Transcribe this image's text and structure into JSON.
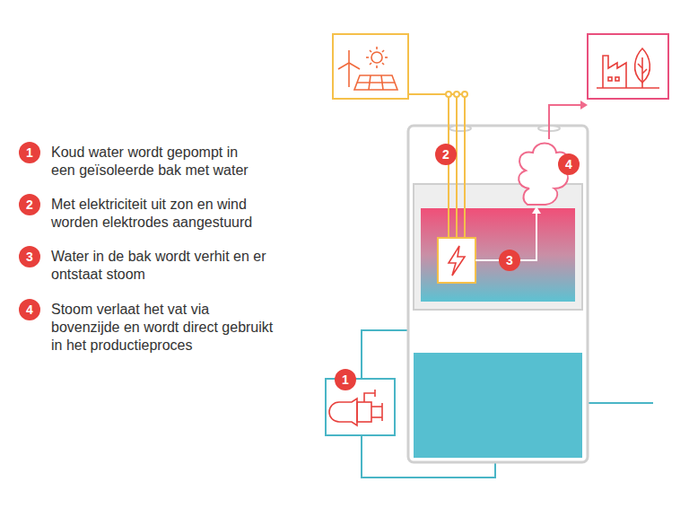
{
  "diagram": {
    "labels": [
      "1",
      "Koud water wordt gepompt in een geïsoleerde bak met water",
      "2",
      "Met elektriciteit uit zon en wind worden elektrodes aangestuurd",
      "3",
      "Water in de bak wordt verhit en er ontstaat stoom",
      "4",
      "Stoom verlaat het vat via bovenzijde en wordt direct gebruikt in het productieproces",
      "2",
      "4",
      "3",
      "1"
    ]
  }
}
